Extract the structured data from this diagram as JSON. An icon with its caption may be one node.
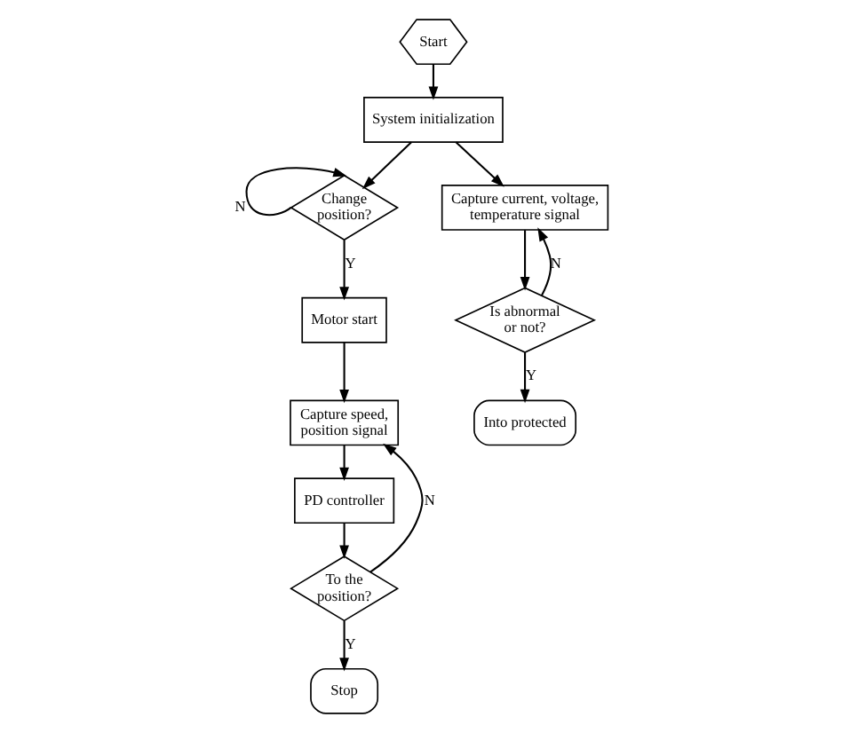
{
  "diagram": {
    "nodes": [
      {
        "text": [
          "Start"
        ]
      },
      {
        "text": [
          "System initialization"
        ]
      },
      {
        "text": [
          "Change position?"
        ]
      },
      {
        "text": [
          "Motor start"
        ]
      },
      {
        "text": [
          "Capture speed, position signal"
        ]
      },
      {
        "text": [
          "PD controller"
        ]
      },
      {
        "text": [
          "To the position?"
        ]
      },
      {
        "text": [
          "Stop"
        ]
      },
      {
        "text": [
          "Capture current, voltage, temperature signal"
        ]
      },
      {
        "text": [
          "Is abnormal or not?"
        ]
      },
      {
        "text": [
          "Into protected"
        ]
      }
    ],
    "edges": [
      {
        "from": 0,
        "to": 1,
        "arrow": "to"
      },
      {
        "from": 1,
        "to": 2,
        "arrow": "to"
      },
      {
        "from": 1,
        "to": 8,
        "arrow": "to"
      },
      {
        "from": 2,
        "to": 2,
        "arrow": "to",
        "label": "N"
      },
      {
        "from": 2,
        "to": 3,
        "arrow": "to",
        "label": "Y"
      },
      {
        "from": 3,
        "to": 4,
        "arrow": "to"
      },
      {
        "from": 4,
        "to": 5,
        "arrow": "to"
      },
      {
        "from": 5,
        "to": 6,
        "arrow": "to"
      },
      {
        "from": 6,
        "to": 4,
        "arrow": "to",
        "label": "N"
      },
      {
        "from": 6,
        "to": 7,
        "arrow": "to",
        "label": "Y"
      },
      {
        "from": 8,
        "to": 9,
        "arrow": "to"
      },
      {
        "from": 9,
        "to": 8,
        "arrow": "to",
        "label": "N"
      },
      {
        "from": 9,
        "to": 10,
        "arrow": "to",
        "label": "Y"
      }
    ]
  }
}
